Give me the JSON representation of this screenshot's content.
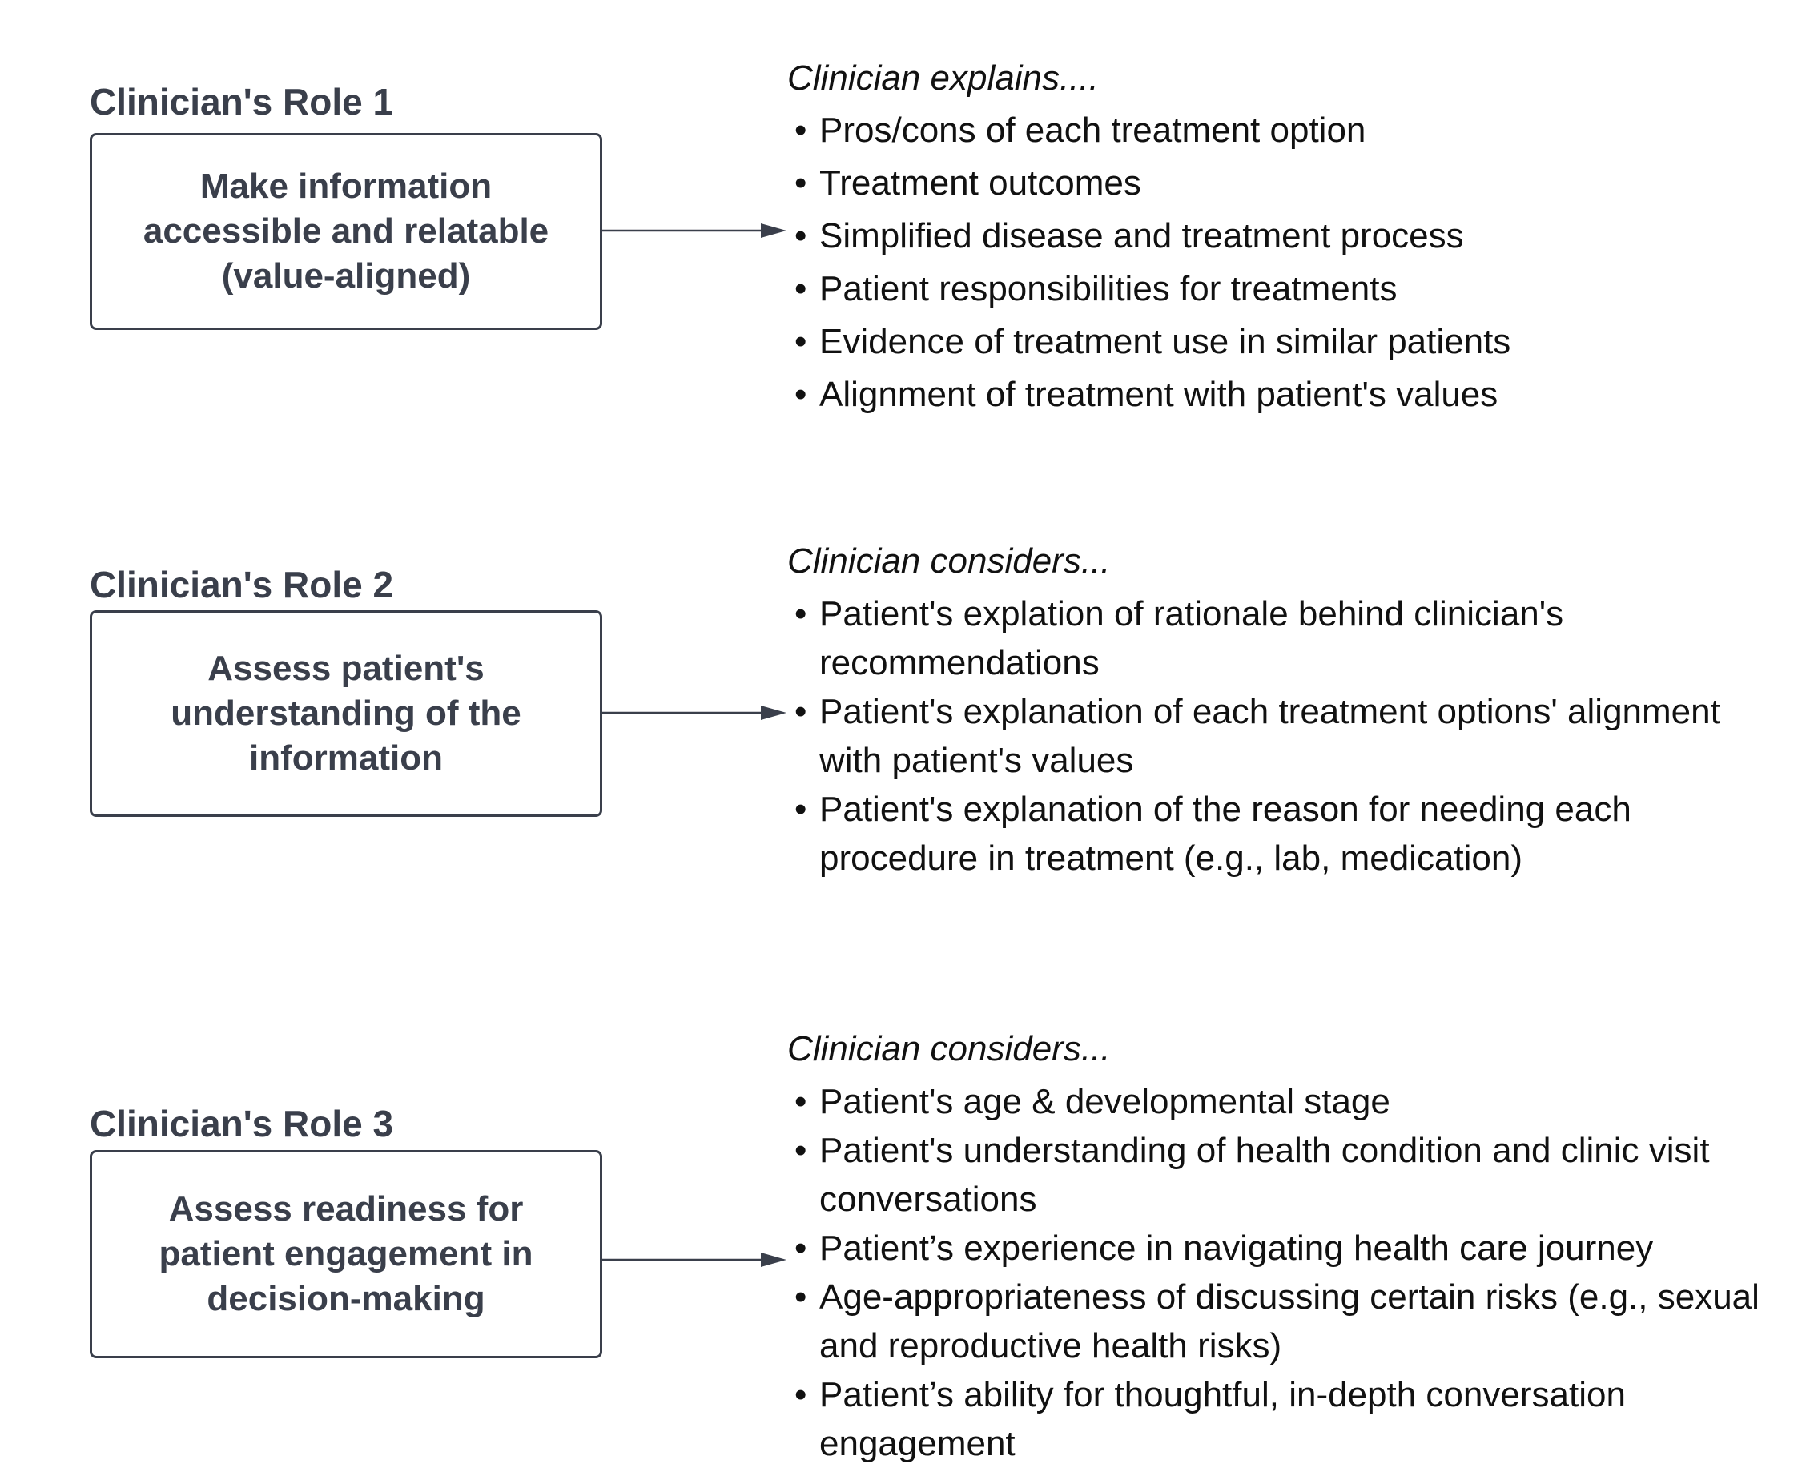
{
  "roles": [
    {
      "title": "Clinician's Role 1",
      "box_text_lines": [
        "Make information",
        "accessible and relatable",
        "(value-aligned)"
      ],
      "heading": "Clinician explains....",
      "items": [
        "Pros/cons of each treatment option",
        "Treatment outcomes",
        "Simplified disease and treatment process",
        "Patient responsibilities for treatments",
        "Evidence of treatment use in similar patients",
        "Alignment of treatment with patient's values"
      ]
    },
    {
      "title": "Clinician's Role 2",
      "box_text_lines": [
        "Assess patient's",
        "understanding of the",
        "information"
      ],
      "heading": "Clinician considers...",
      "items": [
        "Patient's explation of rationale behind clinician's recommendations",
        "Patient's explanation of each treatment options' alignment with patient's values",
        "Patient's explanation of the reason for needing each procedure in treatment (e.g., lab, medication)"
      ]
    },
    {
      "title": "Clinician's Role 3",
      "box_text_lines": [
        "Assess readiness for",
        "patient engagement in",
        "decision-making"
      ],
      "heading": "Clinician considers...",
      "items": [
        "Patient's age & developmental stage",
        "Patient's understanding of health condition and clinic visit conversations",
        "Patient’s experience in navigating health care journey",
        "Age-appropriateness of discussing certain risks (e.g., sexual and reproductive health risks)",
        "Patient’s ability for thoughtful, in-depth conversation engagement"
      ]
    }
  ],
  "bullet_char": "•",
  "colors": {
    "box_and_title": "#3a3f4b",
    "text": "#111111",
    "background": "#ffffff"
  }
}
